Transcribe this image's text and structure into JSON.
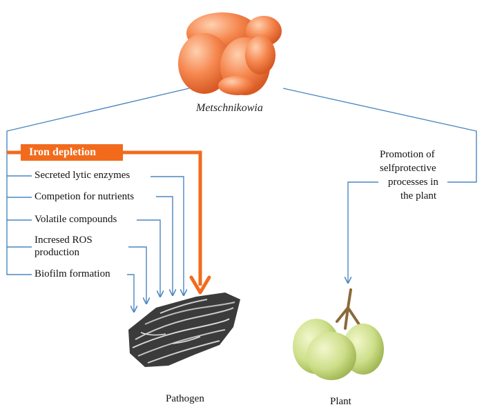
{
  "organism": "Metschnikowia",
  "iron_depletion": "Iron depletion",
  "mechanisms": [
    "Secreted lytic enzymes",
    "Competion for nutrients",
    "Volatile compounds",
    "Incresed ROS",
    "production",
    "Biofilm formation"
  ],
  "plant_effect": [
    "Promotion of",
    "selfprotective",
    "processes in",
    "the plant"
  ],
  "targets": {
    "pathogen": "Pathogen",
    "plant": "Plant"
  },
  "colors": {
    "line": "#4a86c0",
    "accent": "#f26b1d",
    "yeast": "#f0784a",
    "grape": "#c9dc82"
  }
}
